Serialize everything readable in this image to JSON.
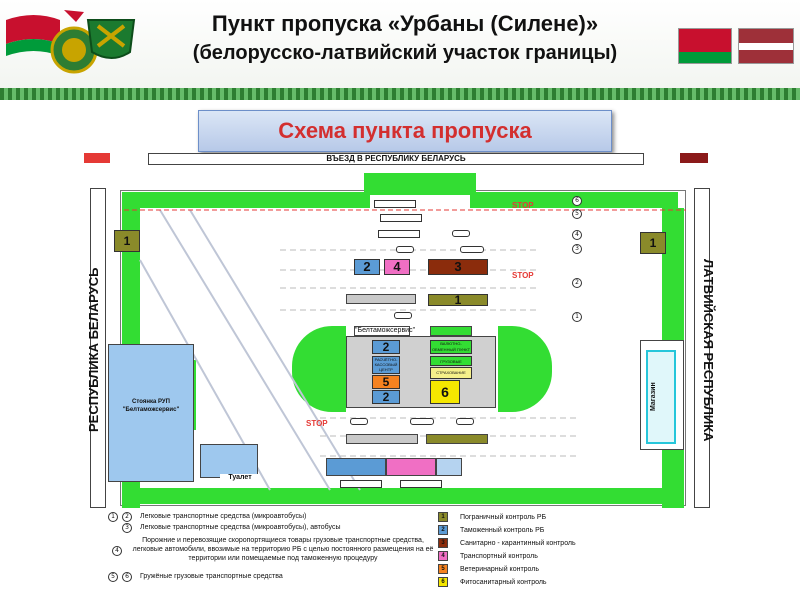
{
  "header": {
    "title": "Пункт пропуска «Урбаны (Силене)»",
    "subtitle": "(белорусско-латвийский участок границы)"
  },
  "scheme_title": "Схема пункта пропуска",
  "entry_banner": "ВЪЕЗД В РЕСПУБЛИКУ БЕЛАРУСЬ",
  "left_label": "РЕСПУБЛИКА БЕЛАРУСЬ",
  "right_label": "ЛАТВИЙСКАЯ РЕСПУБЛИКА",
  "stop_word": "STOP",
  "buildings": {
    "parking": "Стоянка РУП \"Белтаможсервис\"",
    "toilet": "Туалет",
    "shop": "Магазин",
    "beltamozh": "\"Белтаможсервис\"",
    "cashier": "РАСЧЁТНО-КАССОВЫЙ ЦЕНТР",
    "currency": "ВАЛЮТНО-ОБМЕННЫЙ ПУНКТ",
    "freight": "ГРУЗОВЫЕ БРОКЕРЫ",
    "insurance": "СТРАХОВАНИЕ"
  },
  "zone_numbers": {
    "left_square": "1",
    "right_square": "1",
    "z2": "2",
    "z4": "4",
    "z3": "3",
    "z1": "1",
    "c2a": "2",
    "c5": "5",
    "c2b": "2",
    "c6": "6"
  },
  "lane_numbers": [
    "6",
    "5",
    "4",
    "3",
    "2",
    "1"
  ],
  "legend_left": [
    {
      "nums": [
        "1",
        "2"
      ],
      "text": "Легковые транспортные средства (микроавтобусы)"
    },
    {
      "nums": [
        "3"
      ],
      "text": "Легковые транспортные средства (микроавтобусы), автобусы"
    },
    {
      "nums": [
        "4"
      ],
      "text": "Порожние и перевозящие скоропортящиеся товары грузовые транспортные средства, легковые автомобили, ввозимые на территорию РБ с целью постоянного размещения на её территории или помещаемые под таможенную процедуру"
    },
    {
      "nums": [
        "5",
        "6"
      ],
      "text": "Гружёные грузовые транспортные средства"
    }
  ],
  "legend_right": [
    {
      "num": "1",
      "color": "#8a8a2a",
      "text": "Пограничный контроль РБ"
    },
    {
      "num": "2",
      "color": "#5b9bd5",
      "text": "Таможенный контроль РБ"
    },
    {
      "num": "3",
      "color": "#8b2c0c",
      "text": "Санитарно - карантинный контроль"
    },
    {
      "num": "4",
      "color": "#f06fc4",
      "text": "Транспортный контроль"
    },
    {
      "num": "5",
      "color": "#f58220",
      "text": "Ветеринарный контроль"
    },
    {
      "num": "6",
      "color": "#f5e700",
      "text": "Фитосанитарный контроль"
    }
  ],
  "colors": {
    "green": "#33dd33",
    "border_control": "#8a8a2a",
    "customs": "#5b9bd5",
    "sanitary": "#8b2c0c",
    "transport": "#f06fc4",
    "veterinary": "#f58220",
    "phyto": "#f5e700"
  }
}
